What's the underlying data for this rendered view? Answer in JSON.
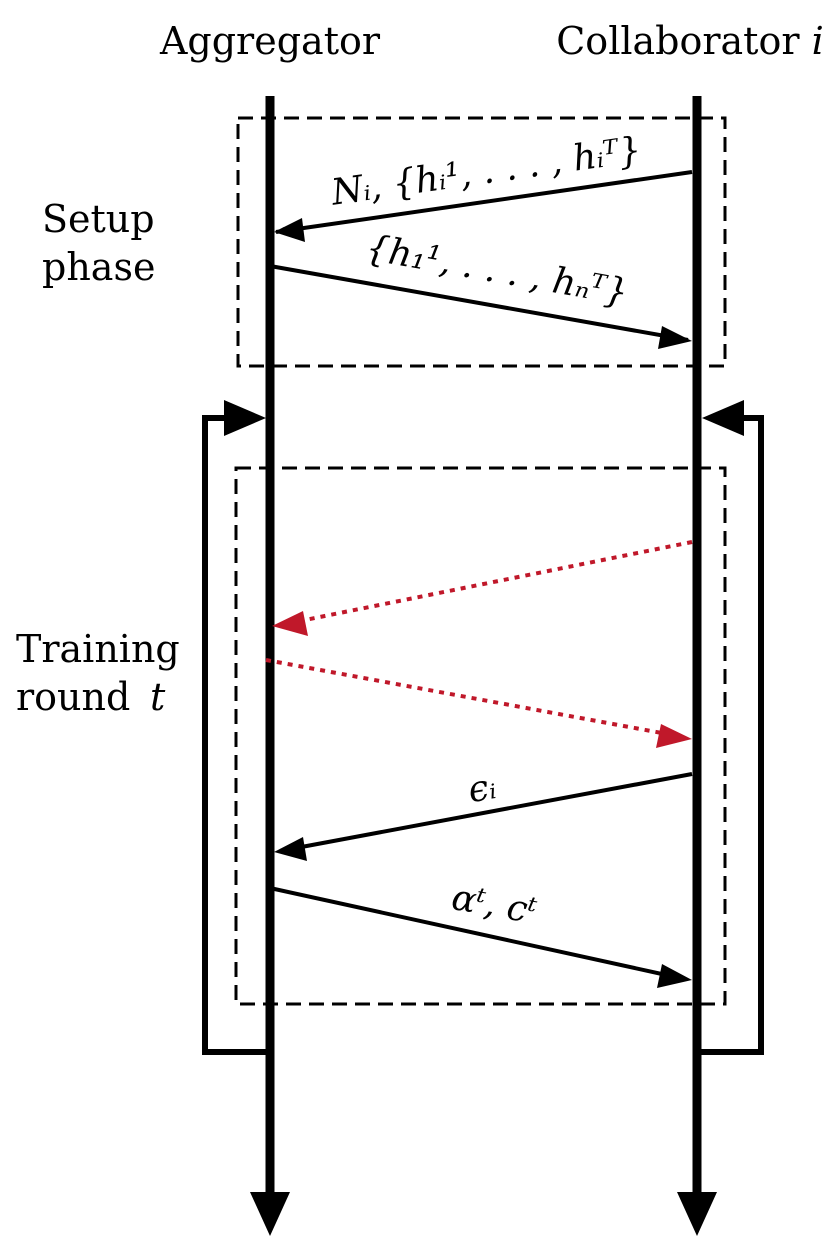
{
  "participants": {
    "left": "Aggregator",
    "right": "Collaborator",
    "right_index": "i"
  },
  "phases": {
    "setup": {
      "line1": "Setup",
      "line2": "phase"
    },
    "training": {
      "line1": "Training",
      "line2": "round",
      "var": "t"
    }
  },
  "messages": {
    "m1": "Nᵢ, {hᵢ¹, . . . , hᵢᵀ}",
    "m2": "{h₁¹, . . . , hₙᵀ}",
    "m5": "ϵᵢ",
    "m6": "αᵗ, cᵗ"
  },
  "colors": {
    "line": "#000000",
    "dotted": "#c0182a"
  }
}
